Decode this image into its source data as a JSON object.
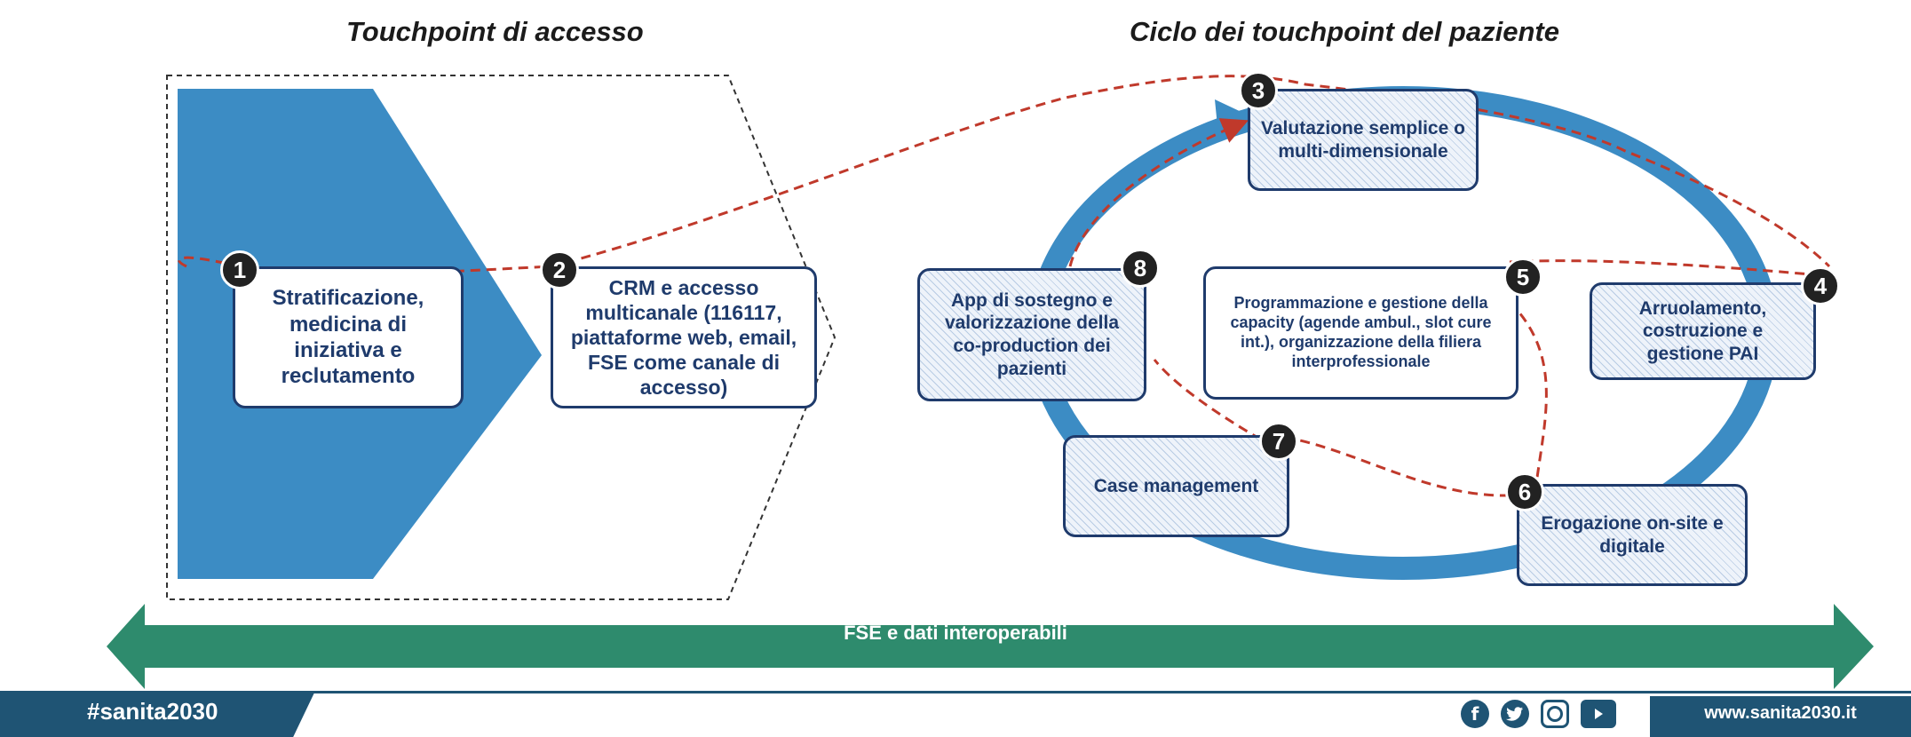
{
  "titles": {
    "left": "Touchpoint di accesso",
    "right": "Ciclo dei touchpoint del paziente"
  },
  "steps": [
    {
      "num": "1",
      "text": "Stratificazione, medicina di iniziativa e reclutamento"
    },
    {
      "num": "2",
      "text": "CRM e accesso multicanale (116117, piattaforme web, email, FSE come canale di accesso)"
    },
    {
      "num": "3",
      "text": "Valutazione semplice o multi-dimensionale"
    },
    {
      "num": "4",
      "text": "Arruolamento, costruzione e gestione PAI"
    },
    {
      "num": "5",
      "text": "Programmazione e gestione della capacity (agende ambul., slot cure int.), organizzazione della filiera interprofessionale"
    },
    {
      "num": "6",
      "text": "Erogazione on-site e digitale"
    },
    {
      "num": "7",
      "text": "Case management"
    },
    {
      "num": "8",
      "text": "App di sostegno e valorizzazione della co-production dei pazienti"
    }
  ],
  "arrow_bar": {
    "label": "FSE e dati interoperabili"
  },
  "footer": {
    "hashtag": "#sanita2030",
    "website": "www.sanita2030.it",
    "social_icons": [
      "facebook-icon",
      "twitter-icon",
      "instagram-icon",
      "youtube-icon"
    ]
  },
  "colors": {
    "primary_blue": "#3c8cc4",
    "box_border": "#1f3b6c",
    "arrow_green": "#2e8b6d",
    "dashed_red": "#c0392b",
    "footer_blue": "#1f5474"
  }
}
